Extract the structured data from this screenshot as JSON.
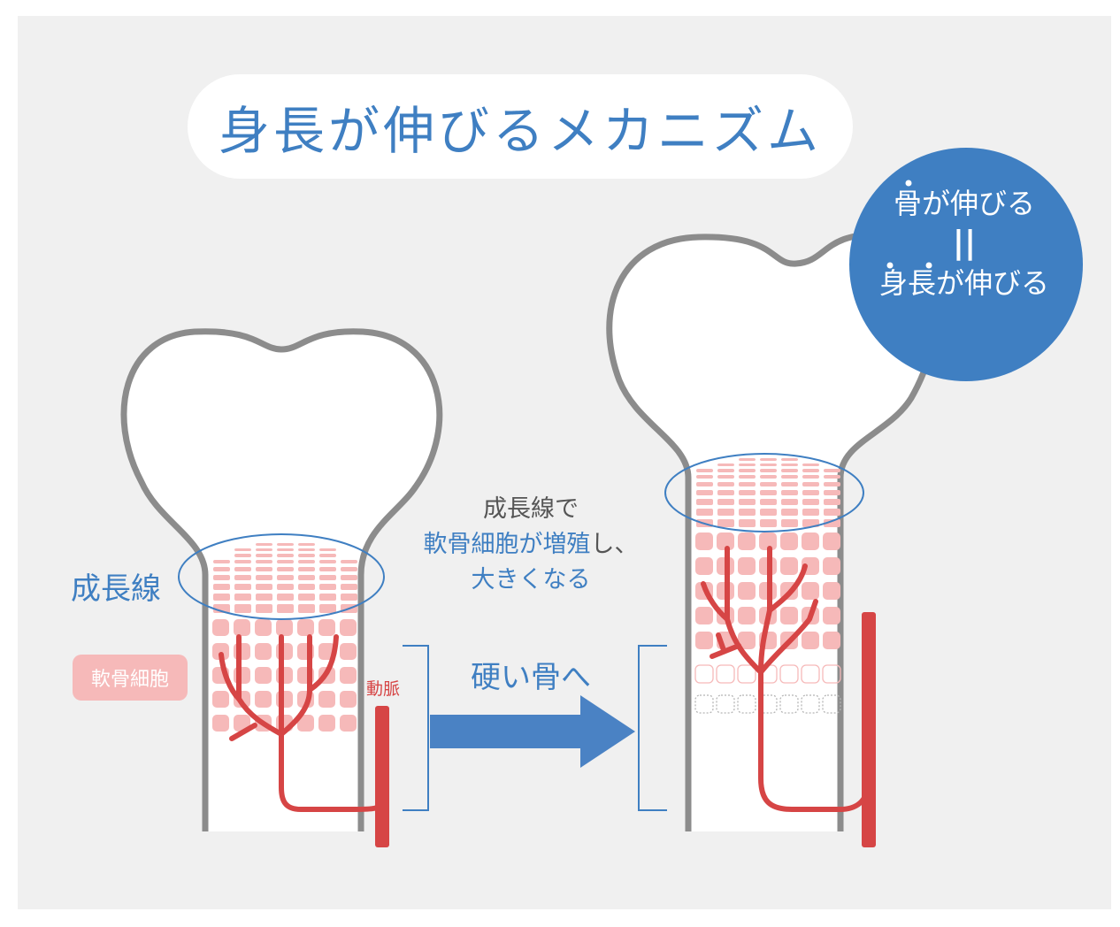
{
  "title": "身長が伸びるメカニズム",
  "labels": {
    "growth_line": "成長線",
    "cartilage_cells": "軟骨細胞",
    "artery": "動脈",
    "to_hard_bone": "硬い骨へ"
  },
  "middle_text": {
    "line1": "成長線で",
    "line2a": "軟骨細胞が増殖",
    "line2b": "し、",
    "line3": "大きくなる"
  },
  "circle": {
    "line1": "骨が伸びる",
    "equals": "||",
    "line2": "身長が伸びる"
  },
  "colors": {
    "background": "#f0f0f0",
    "blue": "#3f7fc2",
    "arrow_blue": "#4a82c4",
    "red": "#d64545",
    "pink_cell": "#f6b9b9",
    "bone_outline": "#8c8c8c"
  }
}
